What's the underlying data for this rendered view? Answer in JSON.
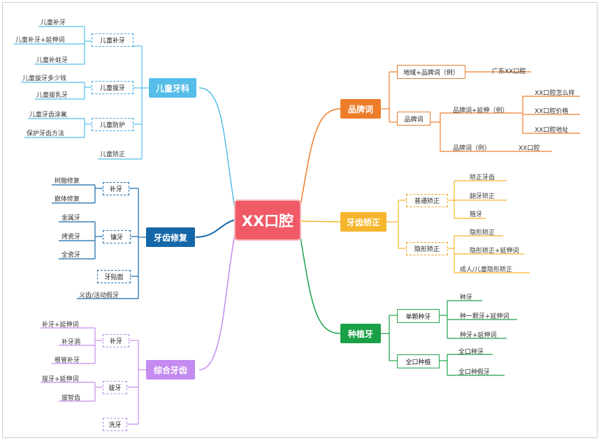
{
  "center": {
    "label": "XX口腔"
  },
  "colors": {
    "center": "#ef5a66",
    "kids": "#55bde8",
    "repair": "#1467a8",
    "general": "#c48bf0",
    "brand": "#ee7d2a",
    "ortho": "#f6b52d",
    "implant": "#1aa047"
  },
  "kids": {
    "label": "儿童牙科",
    "fill": {
      "label": "儿童补牙",
      "items": [
        "儿童补牙",
        "儿童补牙+延伸词",
        "儿童补蛀牙"
      ]
    },
    "extract": {
      "label": "儿童拔牙",
      "items": [
        "儿童拔牙多少钱",
        "儿童拔乳牙"
      ]
    },
    "protect": {
      "label": "儿童防护",
      "items": [
        "儿童牙齿涂氟",
        "保护牙齿方法"
      ]
    },
    "ortho": "儿童矫正"
  },
  "repair": {
    "label": "牙齿修复",
    "fill": {
      "label": "补牙",
      "items": [
        "树脂修复",
        "嵌体修复"
      ]
    },
    "crown": {
      "label": "镶牙",
      "items": [
        "金属牙",
        "烤瓷牙",
        "全瓷牙"
      ]
    },
    "veneer": "牙贴面",
    "denture": "义齿/活动假牙"
  },
  "general": {
    "label": "综合牙齿",
    "fill": {
      "label": "补牙",
      "items": [
        "补牙+延伸词",
        "补牙洞",
        "根管补牙"
      ]
    },
    "extract": {
      "label": "拔牙",
      "items": [
        "拔牙+延伸词",
        "拔智齿"
      ]
    },
    "wash": "洗牙"
  },
  "brand": {
    "label": "品牌词",
    "region": {
      "label": "地域+品牌词（例）",
      "item": "广东XX口腔"
    },
    "brandword": {
      "label": "品牌词",
      "extend": {
        "label": "品牌词+延伸（例）",
        "items": [
          "XX口腔怎么样",
          "XX口腔价格",
          "XX口腔地址"
        ]
      },
      "example": {
        "label": "品牌词（例）",
        "item": "XX口腔"
      }
    }
  },
  "ortho": {
    "label": "牙齿矫正",
    "normal": {
      "label": "普通矫正",
      "items": [
        "矫正牙齿",
        "龅牙矫正",
        "箍牙"
      ]
    },
    "invisible": {
      "label": "隐形矫正",
      "items": [
        "隐形矫正",
        "隐形矫正+延伸词",
        "成人/儿童隐形矫正"
      ]
    }
  },
  "implant": {
    "label": "种植牙",
    "single": {
      "label": "单颗种牙",
      "items": [
        "种牙",
        "种一颗牙+延伸词",
        "种牙+延伸词"
      ]
    },
    "full": {
      "label": "全口种植",
      "items": [
        "全口种牙",
        "全口种假牙"
      ]
    }
  }
}
